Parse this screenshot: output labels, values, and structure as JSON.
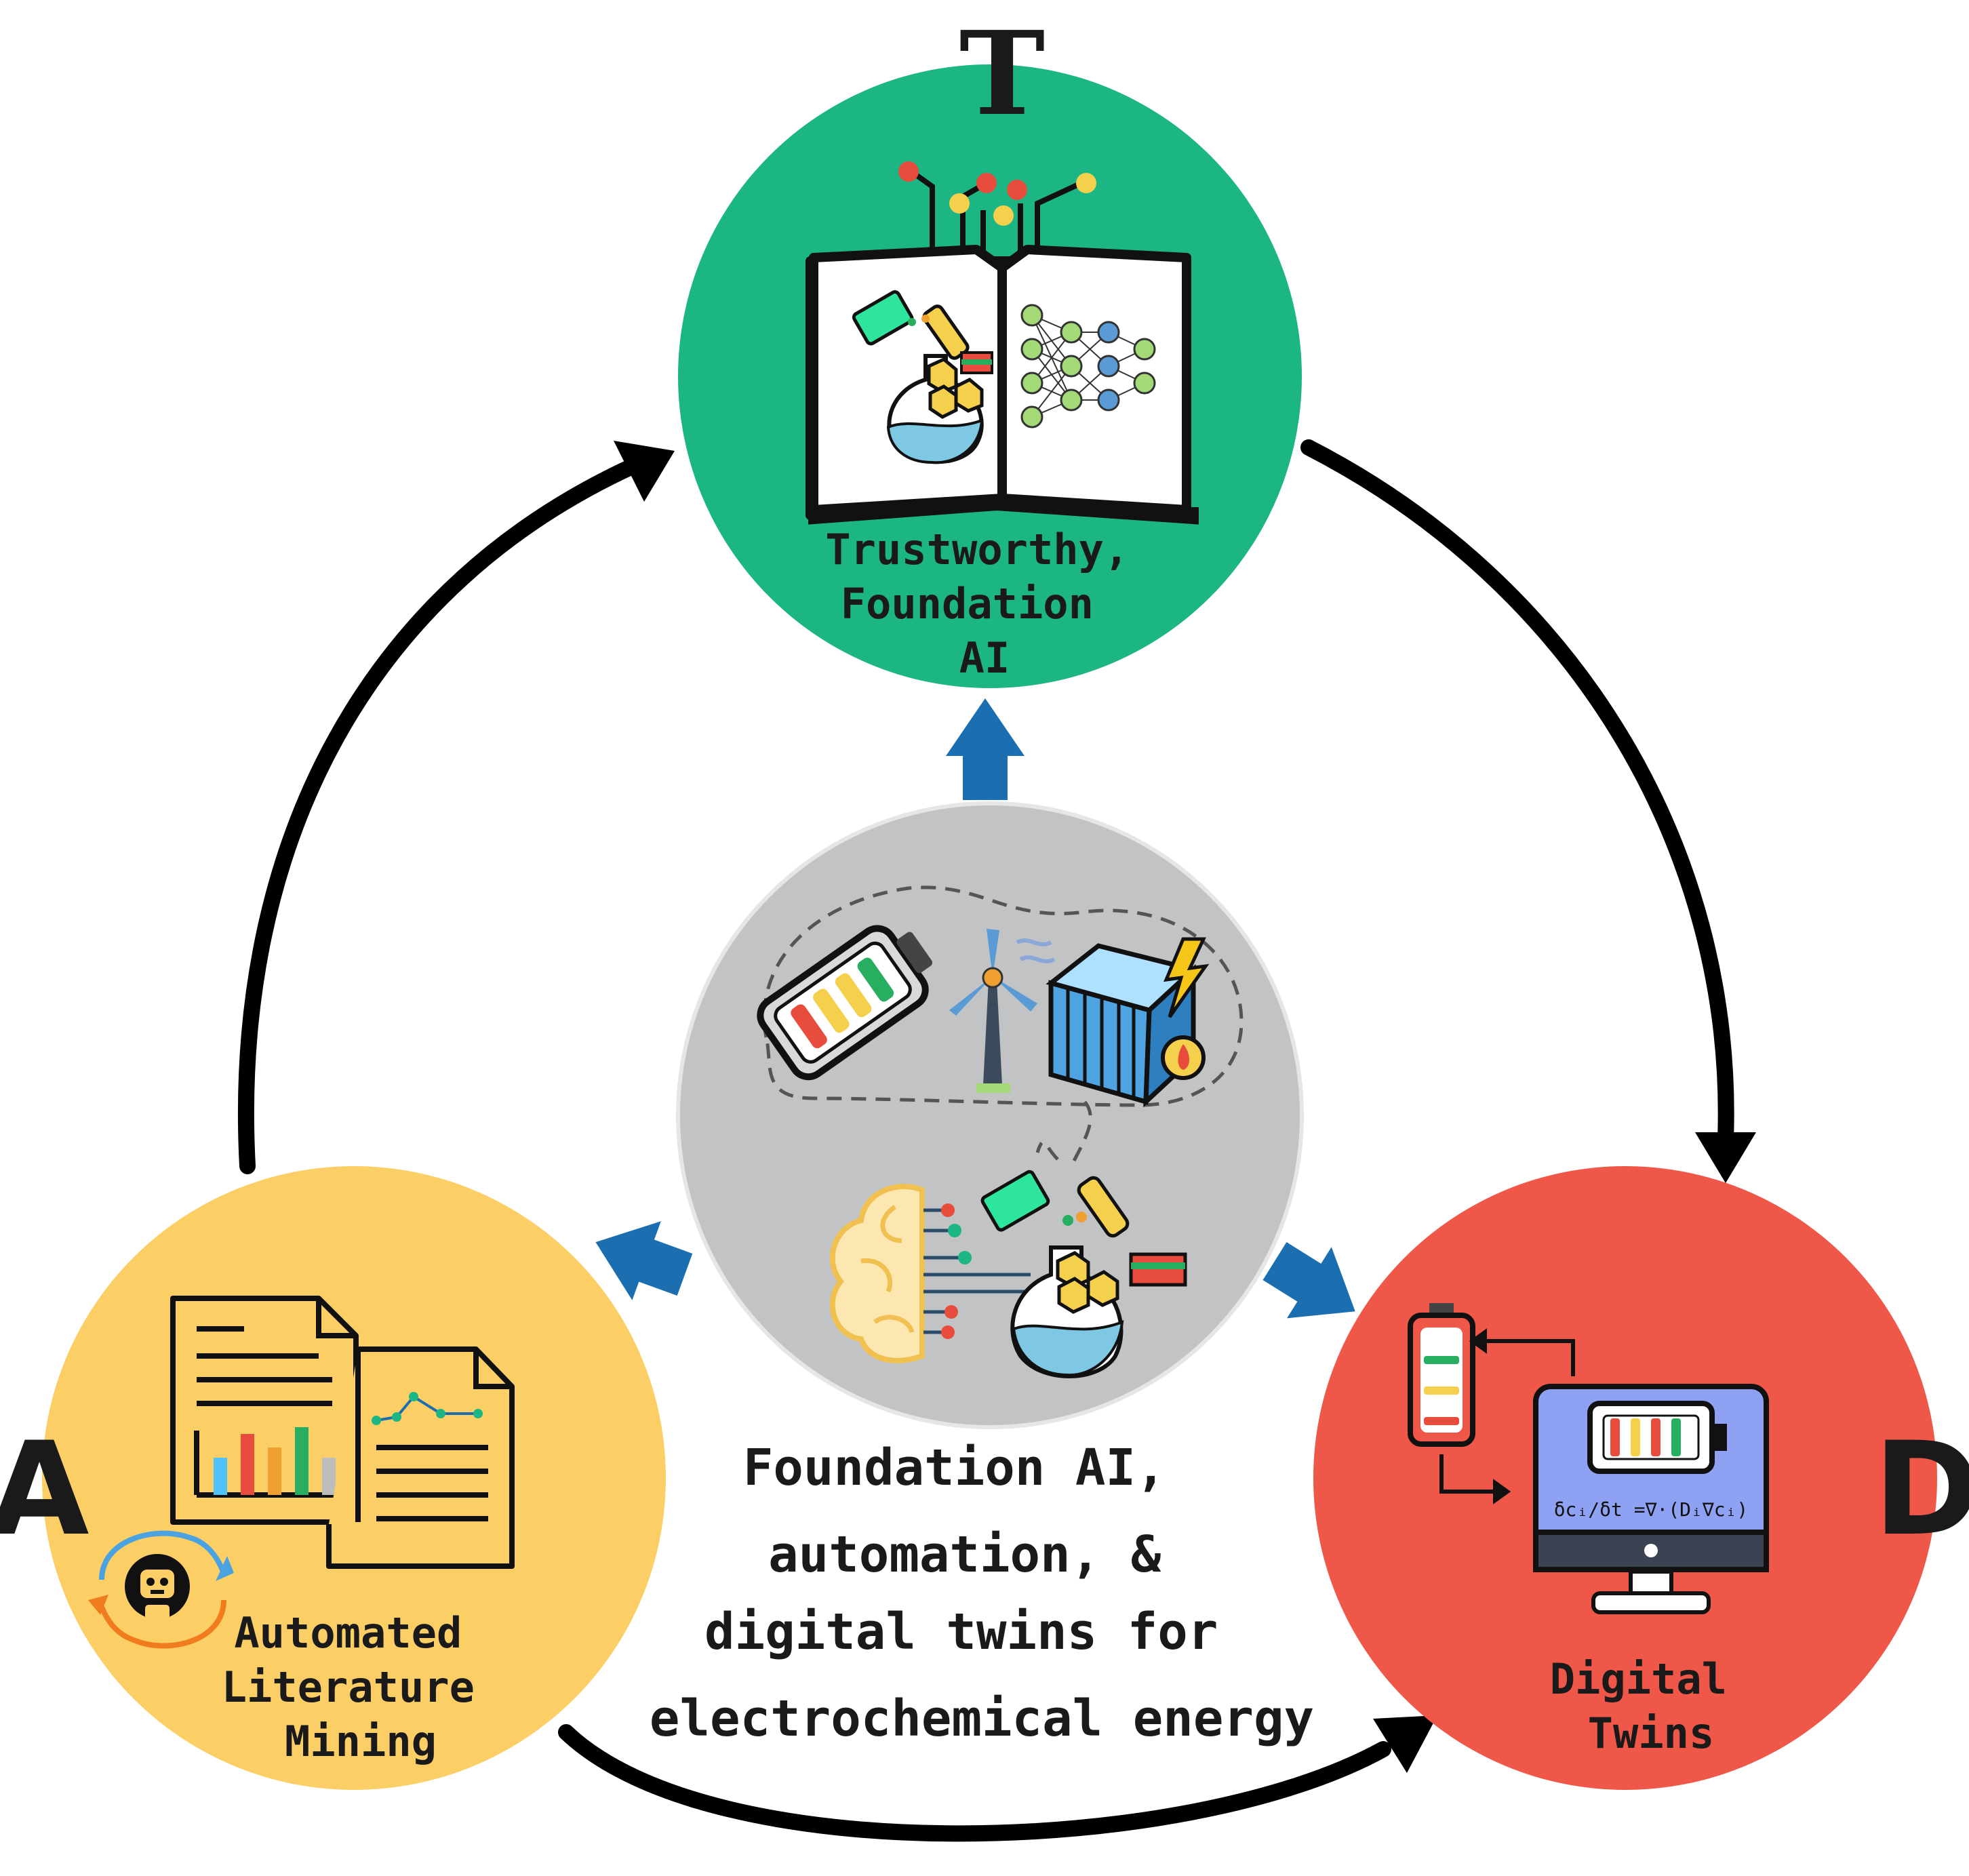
{
  "letters": {
    "top": "T",
    "left": "A",
    "right": "D"
  },
  "top_node": {
    "label_lines": [
      "Trustworthy,",
      "Foundation",
      "AI"
    ],
    "color": "#1cb584"
  },
  "left_node": {
    "label_lines": [
      "Automated",
      "Literature",
      "Mining"
    ],
    "color": "#fccf66"
  },
  "right_node": {
    "label_lines": [
      "Digital",
      "Twins"
    ],
    "color": "#ef5749",
    "equation": "δcᵢ/δt  =∇·(Dᵢ∇cᵢ)"
  },
  "center_node": {
    "color": "#c2c3c5"
  },
  "center_caption": [
    "Foundation AI,",
    "automation, &",
    "digital twins for",
    "electrochemical energy"
  ],
  "colors": {
    "blue_arrow": "#1b6fb0",
    "cycle_arrow": "#000000",
    "orange": "#e97a2c",
    "battery_green": "#27ae60",
    "battery_yellow": "#f5d04c",
    "battery_red": "#e74c3c"
  },
  "icons": {
    "top": [
      "open-book-icon",
      "flask-icon",
      "neural-network-icon"
    ],
    "center": [
      "battery-icon",
      "wind-turbine-icon",
      "fuel-cell-icon",
      "brain-icon",
      "flask-icon"
    ],
    "left": [
      "documents-icon",
      "bar-chart-icon",
      "line-chart-icon",
      "robot-cycle-icon"
    ],
    "right": [
      "battery-icon",
      "monitor-icon",
      "cycle-arrows-icon"
    ]
  }
}
